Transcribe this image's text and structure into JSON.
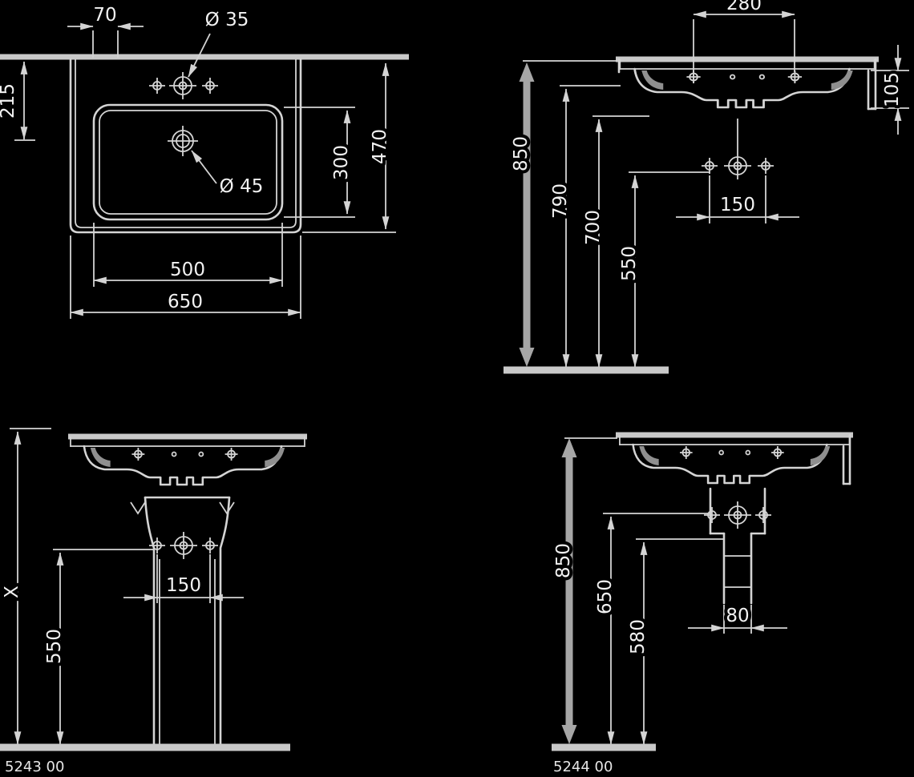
{
  "page": {
    "background_color": "#000000",
    "line_color": "#d4d4d4",
    "text_color": "#f2f2f2",
    "drawing_type": "washbasin dimensional drawing"
  },
  "views": {
    "plan": {
      "dims": {
        "tap_offset": "70",
        "tap_hole_diameter": "Ø 35",
        "drain_setback": "215",
        "overall_depth": "470",
        "bowl_depth": "300",
        "drain_diameter": "Ø 45",
        "bowl_width": "500",
        "overall_width": "650"
      }
    },
    "mounting_elevation": {
      "dims": {
        "fixing_hole_span": "280",
        "apron_height": "105",
        "rim_height": "850",
        "underside_height": "790",
        "basin_bottom_height": "700",
        "bracket_height": "550",
        "tap_hole_span": "150"
      }
    },
    "pedestal_version": {
      "model": "5243 00",
      "dims": {
        "rim_height": "X",
        "tap_height": "550",
        "tap_hole_span": "150"
      }
    },
    "semi_pedestal_version": {
      "model": "5244 00",
      "dims": {
        "rim_height": "850",
        "outlet_height": "650",
        "trap_height": "580",
        "trap_width": "80"
      }
    }
  }
}
